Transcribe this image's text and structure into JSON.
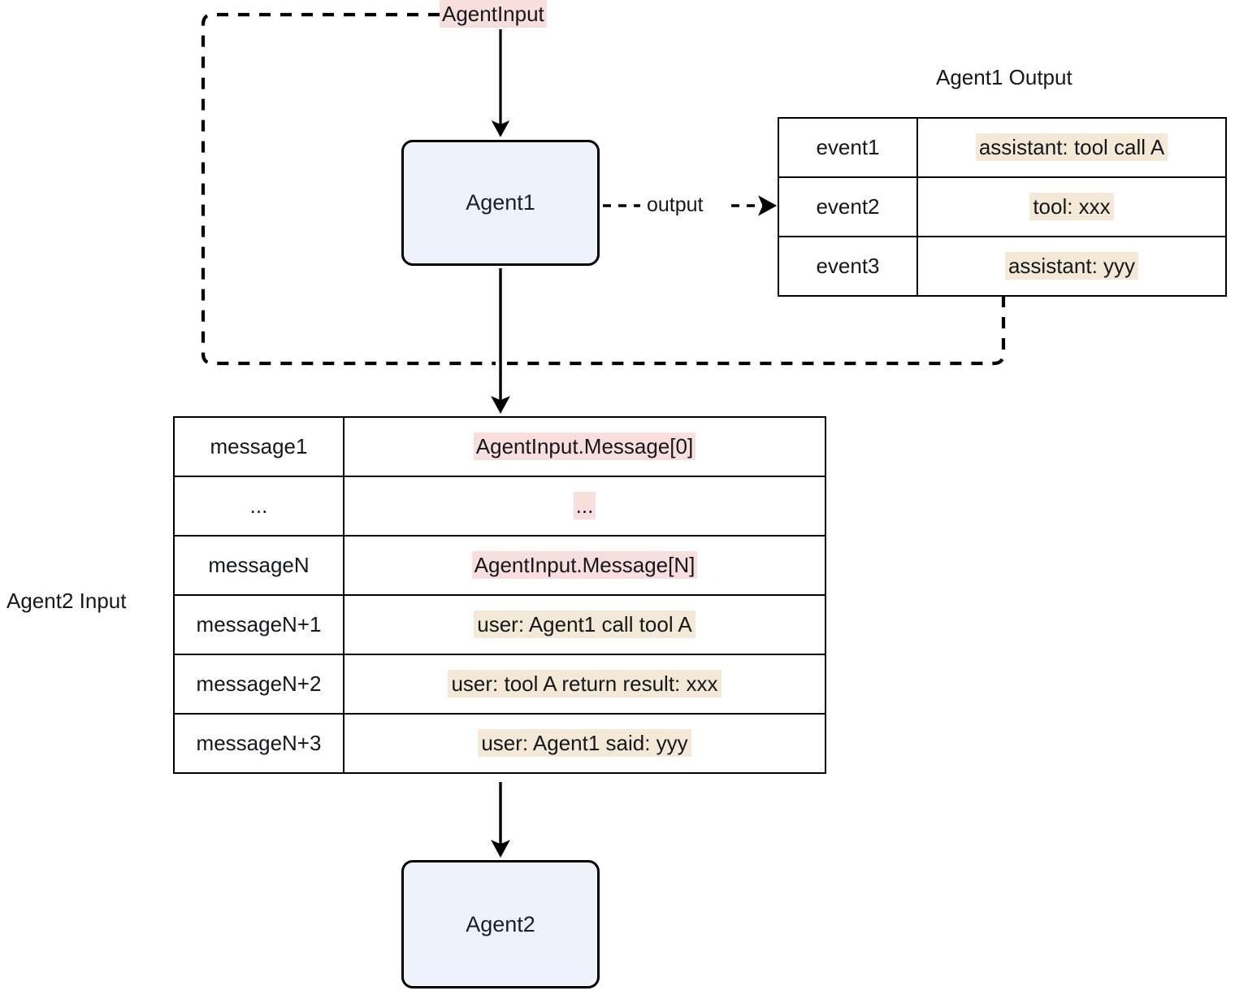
{
  "diagram": {
    "title_hidden": "",
    "colors": {
      "node_fill": "#eef2fb",
      "node_border": "#000000",
      "highlight_pink": "#f9dede",
      "highlight_beige": "#f3e9d6",
      "edge": "#000000",
      "background": "#ffffff"
    },
    "nodes": {
      "agent1": {
        "label": "Agent1"
      },
      "agent2": {
        "label": "Agent2"
      }
    },
    "labels": {
      "agent_input": "AgentInput",
      "output_edge": "output",
      "agent1_output_caption": "Agent1 Output",
      "agent2_input_caption": "Agent2 Input"
    },
    "agent1_output_table": {
      "caption": "Agent1 Output",
      "rows": [
        {
          "key": "event1",
          "value": "assistant: tool call A",
          "highlight": "beige"
        },
        {
          "key": "event2",
          "value": "tool: xxx",
          "highlight": "beige"
        },
        {
          "key": "event3",
          "value": "assistant: yyy",
          "highlight": "beige"
        }
      ]
    },
    "agent2_input_table": {
      "caption": "Agent2 Input",
      "rows": [
        {
          "key": "message1",
          "value": "AgentInput.Message[0]",
          "highlight": "pink"
        },
        {
          "key": "...",
          "value": "...",
          "highlight": "pink"
        },
        {
          "key": "messageN",
          "value": "AgentInput.Message[N]",
          "highlight": "pink"
        },
        {
          "key": "messageN+1",
          "value": "user: Agent1 call tool A",
          "highlight": "beige"
        },
        {
          "key": "messageN+2",
          "value": "user: tool A return result: xxx",
          "highlight": "beige"
        },
        {
          "key": "messageN+3",
          "value": "user: Agent1 said: yyy",
          "highlight": "beige"
        }
      ]
    },
    "edges": [
      {
        "from": "AgentInput",
        "to": "Agent1",
        "style": "solid",
        "label": ""
      },
      {
        "from": "Agent1",
        "to": "Agent1 Output",
        "style": "dashed",
        "label": "output"
      },
      {
        "from": "Agent1",
        "to": "Agent2 Input",
        "style": "solid",
        "label": ""
      },
      {
        "from": "AgentInput",
        "to": "Agent2 Input",
        "style": "dashed",
        "label": ""
      },
      {
        "from": "Agent1 Output",
        "to": "Agent2 Input",
        "style": "dashed",
        "label": ""
      },
      {
        "from": "Agent2 Input",
        "to": "Agent2",
        "style": "solid",
        "label": ""
      }
    ]
  }
}
